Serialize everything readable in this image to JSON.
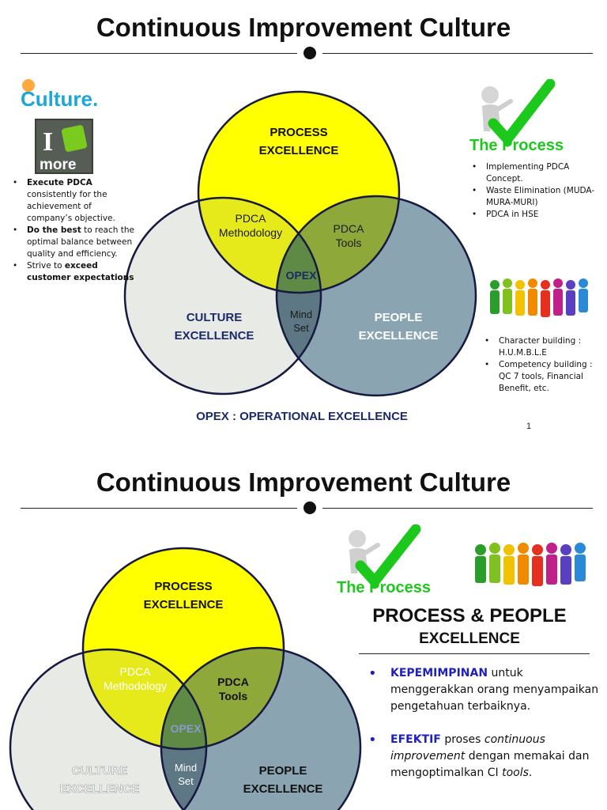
{
  "slide1": {
    "title": "Continuous Improvement Culture",
    "venn": {
      "process": [
        "PROCESS",
        "EXCELLENCE"
      ],
      "culture": [
        "CULTURE",
        "EXCELLENCE"
      ],
      "people": [
        "PEOPLE",
        "EXCELLENCE"
      ],
      "pdca_methodology": [
        "PDCA",
        "Methodology"
      ],
      "pdca_tools": [
        "PDCA",
        "Tools"
      ],
      "mind_set": [
        "Mind",
        "Set"
      ],
      "center": "OPEX"
    },
    "caption": "OPEX : OPERATIONAL EXCELLENCE",
    "culture_logo": "Culture.",
    "i_more_logo": [
      "I",
      "more"
    ],
    "process_logo": "The Process",
    "left_bullets": [
      {
        "bold": "Execute PDCA",
        "text": " consistently for the achievement of company’s objective."
      },
      {
        "bold": "Do the best",
        "text": " to reach the optimal balance between quality and efficiency."
      },
      {
        "pre": "Strive to ",
        "bold": "exceed customer expectations",
        "text": ""
      }
    ],
    "process_bullets": [
      "Implementing PDCA Concept.",
      "Waste Elimination (MUDA-MURA-MURI)",
      "PDCA in HSE"
    ],
    "people_bullets": [
      "Character building : H.U.M.B.L.E",
      "Competency building : QC 7 tools, Financial Benefit, etc."
    ],
    "page_number": "1"
  },
  "slide2": {
    "title": "Continuous Improvement Culture",
    "venn": {
      "process": [
        "PROCESS",
        "EXCELLENCE"
      ],
      "culture": [
        "CULTURE",
        "EXCELLENCE"
      ],
      "people": [
        "PEOPLE",
        "EXCELLENCE"
      ],
      "pdca_methodology": [
        "PDCA",
        "Methodology"
      ],
      "pdca_tools": [
        "PDCA",
        "Tools"
      ],
      "mind_set": [
        "Mind",
        "Set"
      ],
      "center": "OPEX"
    },
    "process_logo": "The Process",
    "heading_line1": "PROCESS & PEOPLE",
    "heading_line2": "EXCELLENCE",
    "points": [
      {
        "keyword": "KEPEMIMPINAN",
        "text": " untuk menggerakkan orang menyampaikan pengetahuan terbaiknya."
      },
      {
        "keyword": "EFEKTIF",
        "text1": " proses ",
        "italic1": "continuous improvement",
        "text2": " dengan memakai dan mengoptimalkan CI ",
        "italic2": "tools",
        "text3": "."
      }
    ]
  },
  "colors": {
    "process": "#ffff00",
    "culture": "#e8eae6",
    "people": "#8aa4b2",
    "overlap_pc": "#e6ea1a",
    "overlap_pp": "#8fa83a",
    "overlap_cp": "#5d7784",
    "center": "#5f8a45",
    "outline": "#161a40",
    "caption": "#1b2a6b",
    "bullet_blue": "#1f1fbf",
    "check_green": "#1dc81d"
  }
}
